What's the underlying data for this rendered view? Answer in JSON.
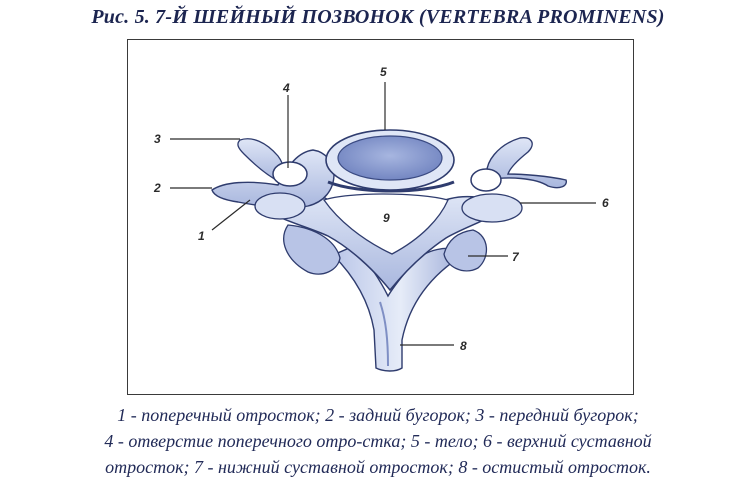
{
  "title": "Рис. 5. 7-Й ШЕЙНЫЙ ПОЗВОНОК (VERTEBRA PROMINENS)",
  "labels": {
    "l1": "1",
    "l2": "2",
    "l3": "3",
    "l4": "4",
    "l5": "5",
    "l6": "6",
    "l7": "7",
    "l8": "8",
    "l9": "9"
  },
  "caption": {
    "line1": "1 - поперечный отросток; 2 - задний бугорок; 3 - передний бугорок;",
    "line2": "4 - отверстие поперечного отро-стка; 5 - тело; 6 - верхний суставной",
    "line3": "отросток; 7 - нижний суставной отросток; 8 - остистый отросток."
  },
  "colors": {
    "bone_fill": "#c9d3ec",
    "bone_shade": "#8f9ec9",
    "bone_outline": "#2f3c6e",
    "label_line": "#2b2b2b"
  }
}
